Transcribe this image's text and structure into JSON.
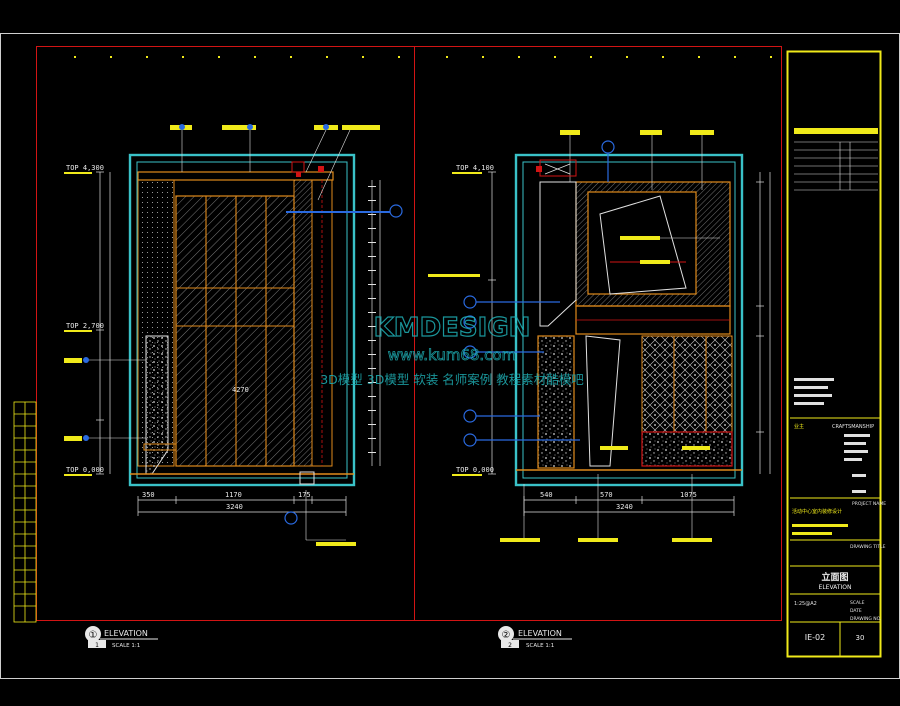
{
  "drawing": {
    "left_elevation": {
      "title": "ELEVATION",
      "badge": "①",
      "number": "1",
      "scale": "SCALE  1:1"
    },
    "right_elevation": {
      "title": "ELEVATION",
      "badge": "②",
      "number": "2",
      "scale": "SCALE  1:1"
    }
  },
  "watermark": {
    "brand": "KMDESIGN",
    "url": "www.kum68.com",
    "tagline": "3D模型  3D模型  软装  名师案例  教程素材酷模吧"
  },
  "title_block": {
    "client_label": "业主",
    "client_value": "CRAFTSMANSHIP",
    "project_name_label": "PROJECT NAME",
    "project_name": "活动中心室内装修设计",
    "drawing_title_label": "DRAWING TITLE",
    "drawing_title_cn": "立面图",
    "drawing_title_en": "ELEVATION",
    "scale_value": "1:25@A2",
    "scale_label": "SCALE",
    "date_label": "DATE",
    "drawing_no_label": "DRAWING NO.",
    "drawing_no": "IE-02",
    "sheet_no": "30"
  },
  "colors": {
    "background": "#000000",
    "frame": "#d2d2d2",
    "border_red": "#d21414",
    "title_yellow": "#f0ea1a",
    "cyan": "#3ac2c8",
    "orange": "#e08a1c",
    "blue": "#2a6ae0",
    "watermark": "#1fb0b5"
  }
}
